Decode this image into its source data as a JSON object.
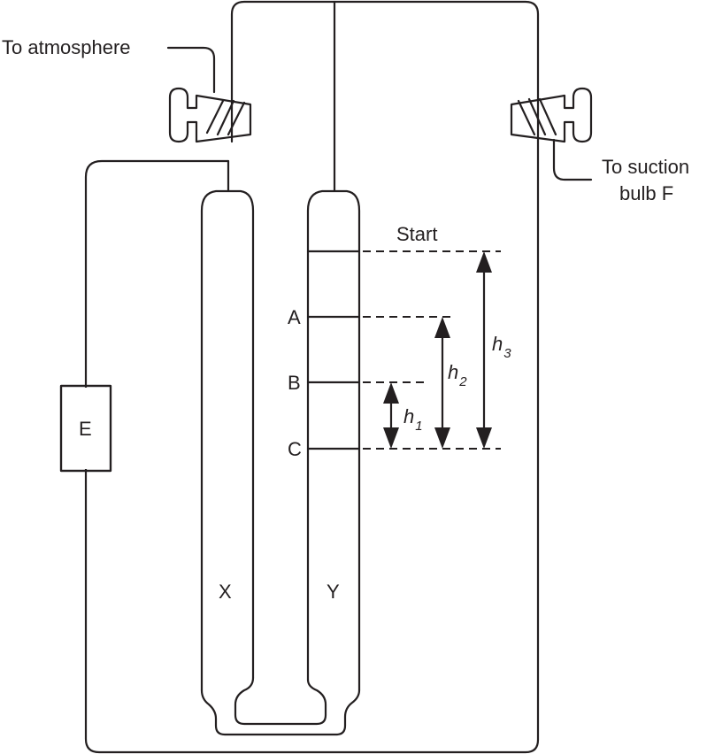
{
  "labels": {
    "atmosphere": "To atmosphere",
    "suction_line1": "To suction",
    "suction_line2": "bulb F",
    "start": "Start",
    "mark_a": "A",
    "mark_b": "B",
    "mark_c": "C",
    "box_e": "E",
    "tube_x": "X",
    "tube_y": "Y",
    "h1": "h",
    "h1_sub": "1",
    "h2": "h",
    "h2_sub": "2",
    "h3": "h",
    "h3_sub": "3"
  }
}
